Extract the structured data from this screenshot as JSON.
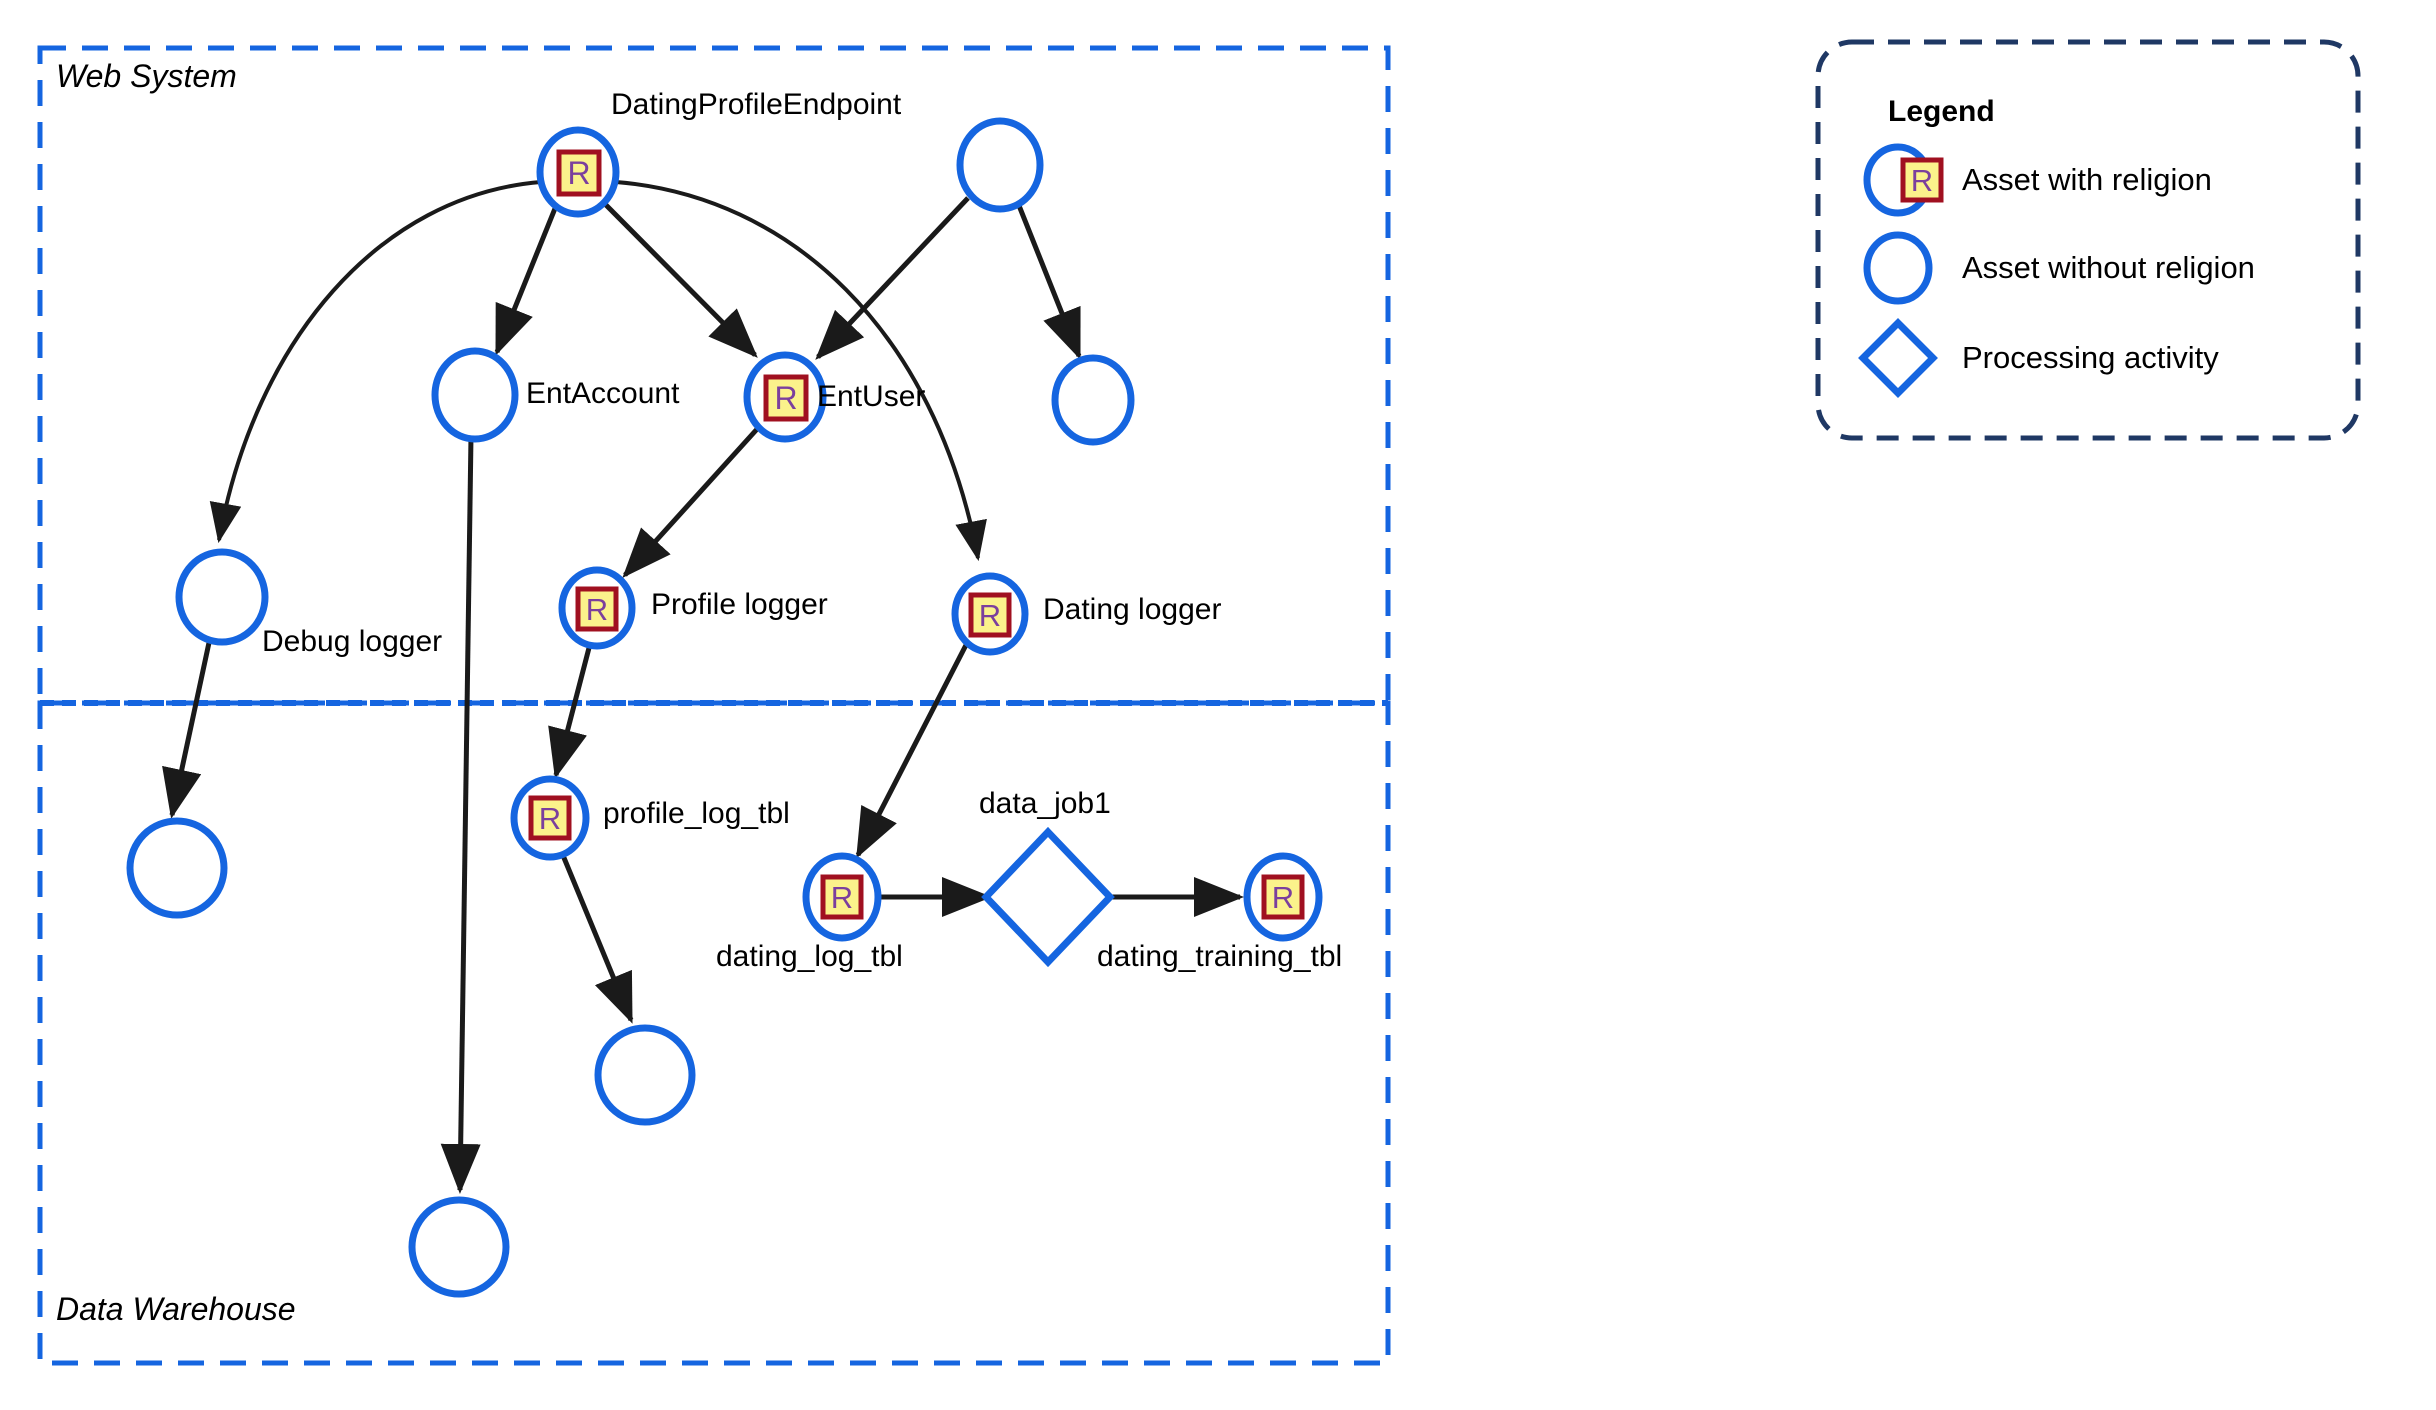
{
  "diagram": {
    "zones": [
      {
        "id": "web-system",
        "label": "Web System"
      },
      {
        "id": "data-warehouse",
        "label": "Data Warehouse"
      }
    ],
    "nodes": [
      {
        "id": "dating-profile-endpoint",
        "label": "DatingProfileEndpoint",
        "shape": "circle",
        "religion": true
      },
      {
        "id": "unlabeled-1",
        "label": "",
        "shape": "circle",
        "religion": false
      },
      {
        "id": "ent-account",
        "label": "EntAccount",
        "shape": "circle",
        "religion": false
      },
      {
        "id": "ent-user",
        "label": "EntUser",
        "shape": "circle",
        "religion": true
      },
      {
        "id": "unlabeled-2",
        "label": "",
        "shape": "circle",
        "religion": false
      },
      {
        "id": "debug-logger",
        "label": "Debug logger",
        "shape": "circle",
        "religion": false
      },
      {
        "id": "profile-logger",
        "label": "Profile logger",
        "shape": "circle",
        "religion": true
      },
      {
        "id": "dating-logger",
        "label": "Dating logger",
        "shape": "circle",
        "religion": true
      },
      {
        "id": "unlabeled-3",
        "label": "",
        "shape": "circle",
        "religion": false
      },
      {
        "id": "profile-log-tbl",
        "label": "profile_log_tbl",
        "shape": "circle",
        "religion": true
      },
      {
        "id": "dating-log-tbl",
        "label": "dating_log_tbl",
        "shape": "circle",
        "religion": true
      },
      {
        "id": "data-job1",
        "label": "data_job1",
        "shape": "diamond",
        "religion": false
      },
      {
        "id": "dating-training-tbl",
        "label": "dating_training_tbl",
        "shape": "circle",
        "religion": true
      },
      {
        "id": "unlabeled-4",
        "label": "",
        "shape": "circle",
        "religion": false
      },
      {
        "id": "unlabeled-5",
        "label": "",
        "shape": "circle",
        "religion": false
      }
    ],
    "edges": [
      {
        "from": "dating-profile-endpoint",
        "to": "ent-account"
      },
      {
        "from": "dating-profile-endpoint",
        "to": "ent-user"
      },
      {
        "from": "dating-profile-endpoint",
        "to": "debug-logger"
      },
      {
        "from": "dating-profile-endpoint",
        "to": "dating-logger"
      },
      {
        "from": "unlabeled-1",
        "to": "ent-user"
      },
      {
        "from": "unlabeled-1",
        "to": "unlabeled-2"
      },
      {
        "from": "ent-user",
        "to": "profile-logger"
      },
      {
        "from": "ent-account",
        "to": "unlabeled-5"
      },
      {
        "from": "debug-logger",
        "to": "unlabeled-3"
      },
      {
        "from": "profile-logger",
        "to": "profile-log-tbl"
      },
      {
        "from": "profile-log-tbl",
        "to": "unlabeled-4"
      },
      {
        "from": "dating-logger",
        "to": "dating-log-tbl"
      },
      {
        "from": "dating-log-tbl",
        "to": "data-job1"
      },
      {
        "from": "data-job1",
        "to": "dating-training-tbl"
      }
    ],
    "badge_letter": "R",
    "colors": {
      "node_stroke": "#1565e0",
      "zone_border": "#1565e0",
      "legend_border": "#1f3864",
      "edge": "#1a1a1a",
      "badge_fill": "#fbf28b",
      "badge_border": "#a01020",
      "badge_text": "#7b3f9d"
    }
  },
  "legend": {
    "title": "Legend",
    "items": [
      {
        "id": "asset-with-religion",
        "label": "Asset with religion"
      },
      {
        "id": "asset-without-religion",
        "label": "Asset without religion"
      },
      {
        "id": "processing-activity",
        "label": "Processing activity"
      }
    ]
  }
}
